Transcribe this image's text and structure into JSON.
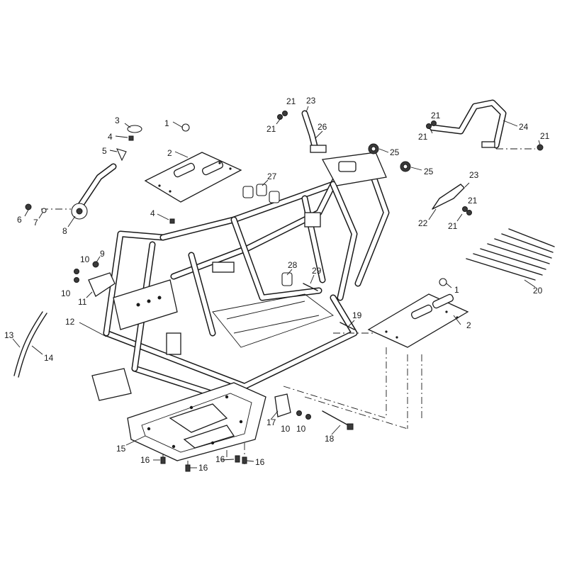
{
  "diagram": {
    "callouts": [
      {
        "id": "c1a",
        "label": "1"
      },
      {
        "id": "c1b",
        "label": "1"
      },
      {
        "id": "c2a",
        "label": "2"
      },
      {
        "id": "c2b",
        "label": "2"
      },
      {
        "id": "c3",
        "label": "3"
      },
      {
        "id": "c4a",
        "label": "4"
      },
      {
        "id": "c4b",
        "label": "4"
      },
      {
        "id": "c5",
        "label": "5"
      },
      {
        "id": "c6",
        "label": "6"
      },
      {
        "id": "c7",
        "label": "7"
      },
      {
        "id": "c8",
        "label": "8"
      },
      {
        "id": "c9",
        "label": "9"
      },
      {
        "id": "c10a",
        "label": "10"
      },
      {
        "id": "c10b",
        "label": "10"
      },
      {
        "id": "c10c",
        "label": "10"
      },
      {
        "id": "c10d",
        "label": "10"
      },
      {
        "id": "c11",
        "label": "11"
      },
      {
        "id": "c12",
        "label": "12"
      },
      {
        "id": "c13",
        "label": "13"
      },
      {
        "id": "c14",
        "label": "14"
      },
      {
        "id": "c15",
        "label": "15"
      },
      {
        "id": "c16a",
        "label": "16"
      },
      {
        "id": "c16b",
        "label": "16"
      },
      {
        "id": "c16c",
        "label": "16"
      },
      {
        "id": "c16d",
        "label": "16"
      },
      {
        "id": "c17",
        "label": "17"
      },
      {
        "id": "c18",
        "label": "18"
      },
      {
        "id": "c19",
        "label": "19"
      },
      {
        "id": "c20",
        "label": "20"
      },
      {
        "id": "c21a",
        "label": "21"
      },
      {
        "id": "c21b",
        "label": "21"
      },
      {
        "id": "c21c",
        "label": "21"
      },
      {
        "id": "c21d",
        "label": "21"
      },
      {
        "id": "c21e",
        "label": "21"
      },
      {
        "id": "c21f",
        "label": "21"
      },
      {
        "id": "c21g",
        "label": "21"
      },
      {
        "id": "c22",
        "label": "22"
      },
      {
        "id": "c23a",
        "label": "23"
      },
      {
        "id": "c23b",
        "label": "23"
      },
      {
        "id": "c24",
        "label": "24"
      },
      {
        "id": "c25a",
        "label": "25"
      },
      {
        "id": "c25b",
        "label": "25"
      },
      {
        "id": "c26",
        "label": "26"
      },
      {
        "id": "c27",
        "label": "27"
      },
      {
        "id": "c28",
        "label": "28"
      },
      {
        "id": "c29",
        "label": "29"
      }
    ]
  }
}
